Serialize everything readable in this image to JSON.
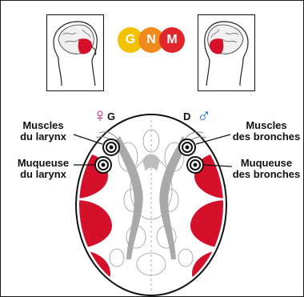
{
  "logo": {
    "letters": [
      "G",
      "N",
      "M"
    ],
    "colors": [
      "#f2c200",
      "#f08a1c",
      "#e0262b"
    ]
  },
  "sides": {
    "left": "G",
    "right": "D"
  },
  "symbols": {
    "female": "♀",
    "male": "♂",
    "female_color": "#d81b72",
    "male_color": "#1f6fd1"
  },
  "labels": {
    "left_top": [
      "Muscles",
      "du larynx"
    ],
    "left_bottom": [
      "Muqueuse",
      "du larynx"
    ],
    "right_top": [
      "Muscles",
      "des bronches"
    ],
    "right_bottom": [
      "Muqueuse",
      "des bronches"
    ]
  },
  "accent_color": "#d4102a"
}
